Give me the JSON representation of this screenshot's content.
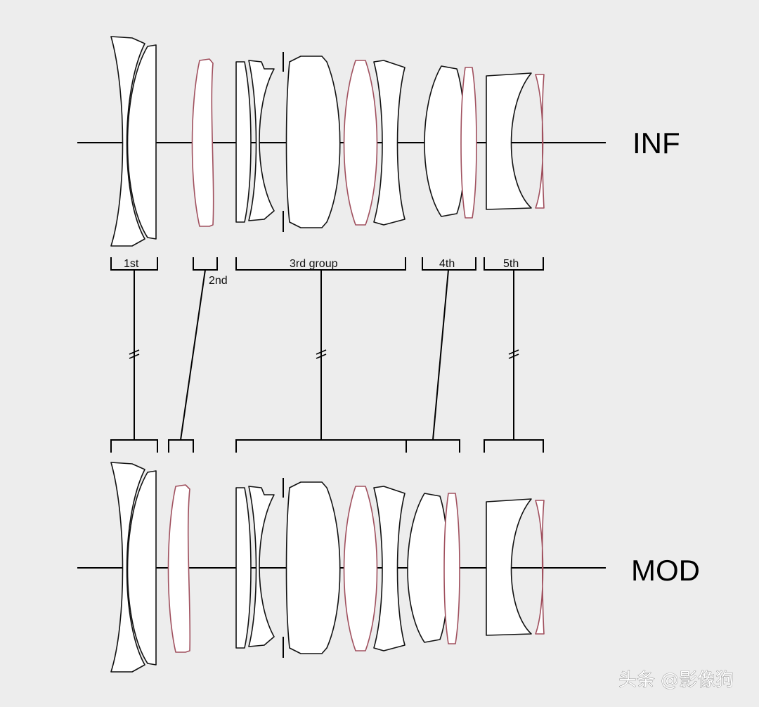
{
  "labels": {
    "inf": "INF",
    "mod": "MOD",
    "group1": "1st",
    "group2": "2nd",
    "group3": "3rd group",
    "group4": "4th",
    "group5": "5th"
  },
  "watermark": "头条 @影像狗",
  "colors": {
    "background": "#ededed",
    "lens_fill": "#ffffff",
    "lens_stroke": "#111111",
    "special_element": "#a0505e",
    "line": "#000000"
  }
}
